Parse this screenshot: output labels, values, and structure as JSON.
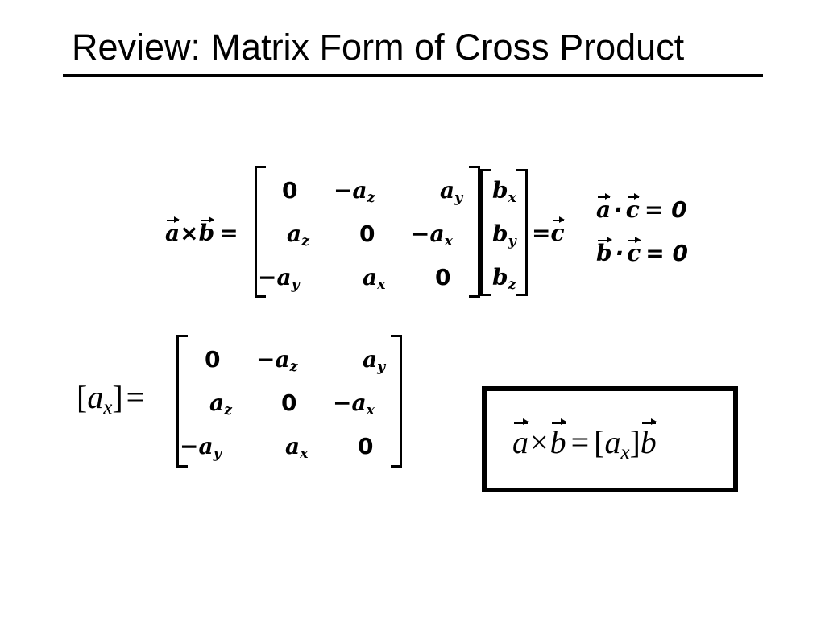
{
  "slide": {
    "title": "Review: Matrix Form of Cross Product"
  },
  "eq1": {
    "lhs_a": "a",
    "times": "×",
    "lhs_b": "b",
    "equals": "=",
    "m00": "0",
    "m01_sign": "−",
    "m01_var": "a",
    "m01_sub": "z",
    "m02_var": "a",
    "m02_sub": "y",
    "m10_var": "a",
    "m10_sub": "z",
    "m11": "0",
    "m12_sign": "−",
    "m12_var": "a",
    "m12_sub": "x",
    "m20_sign": "−",
    "m20_var": "a",
    "m20_sub": "y",
    "m21_var": "a",
    "m21_sub": "x",
    "m22": "0",
    "v0_var": "b",
    "v0_sub": "x",
    "v1_var": "b",
    "v1_sub": "y",
    "v2_var": "b",
    "v2_sub": "z",
    "rhs_equals": "=",
    "rhs_c": "c"
  },
  "dot_conditions": {
    "line1_a": "a",
    "line1_dot": "·",
    "line1_c": "c",
    "line1_rest": "= 0",
    "line2_b": "b",
    "line2_dot": "·",
    "line2_c": "c",
    "line2_rest": "= 0"
  },
  "eq2": {
    "open": "[",
    "var": "a",
    "sub": "x",
    "close": "]",
    "equals": "=",
    "m00": "0",
    "m01_sign": "−",
    "m01_var": "a",
    "m01_sub": "z",
    "m02_var": "a",
    "m02_sub": "y",
    "m10_var": "a",
    "m10_sub": "z",
    "m11": "0",
    "m12_sign": "−",
    "m12_var": "a",
    "m12_sub": "x",
    "m20_sign": "−",
    "m20_var": "a",
    "m20_sub": "y",
    "m21_var": "a",
    "m21_sub": "x",
    "m22": "0"
  },
  "boxed": {
    "a": "a",
    "times": "×",
    "b": "b",
    "equals": "=",
    "open": "[",
    "var": "a",
    "sub": "x",
    "close": "]",
    "b2": "b"
  }
}
